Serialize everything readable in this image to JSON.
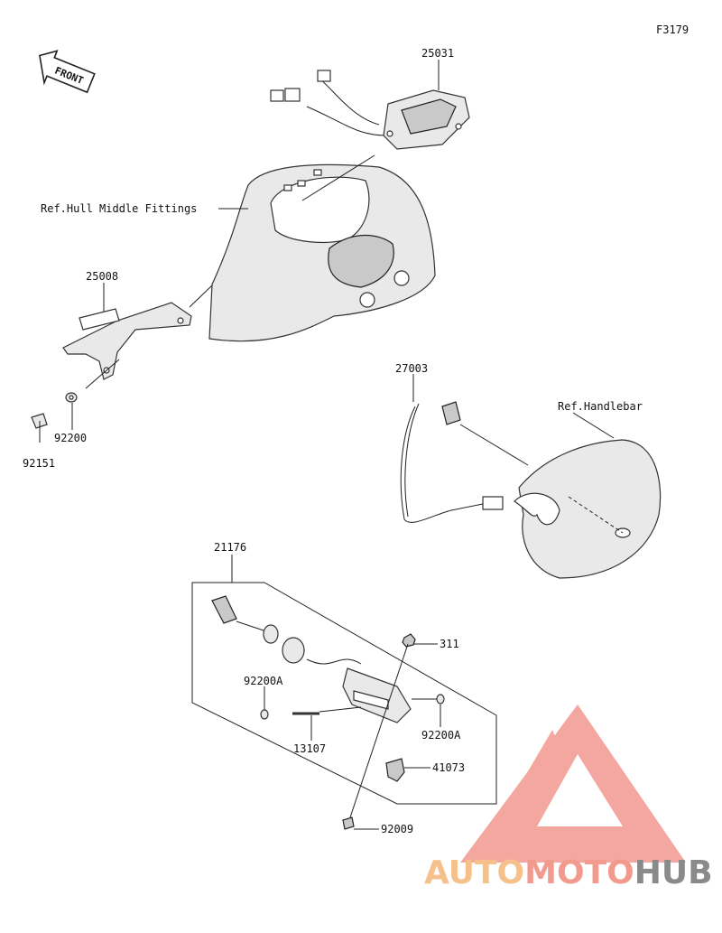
{
  "figure_code": "F3179",
  "front_label": "FRONT",
  "callouts": {
    "p25031": "25031",
    "ref_hull": "Ref.Hull Middle Fittings",
    "p25008": "25008",
    "p92200": "92200",
    "p92151": "92151",
    "p27003": "27003",
    "ref_handlebar": "Ref.Handlebar",
    "p21176": "21176",
    "p311": "311",
    "p92200a_left": "92200A",
    "p92200a_right": "92200A",
    "p13107": "13107",
    "p41073": "41073",
    "p92009": "92009"
  },
  "watermark": {
    "part1": "AUTO",
    "part2": "MOTO",
    "part3": "HUB",
    "color1": "#f5c08a",
    "color2": "#f29a8e",
    "color3": "#8a8a8a",
    "triangle_color": "#f08a80"
  },
  "colors": {
    "line": "#222222",
    "part_fill": "#e9e9e9"
  }
}
